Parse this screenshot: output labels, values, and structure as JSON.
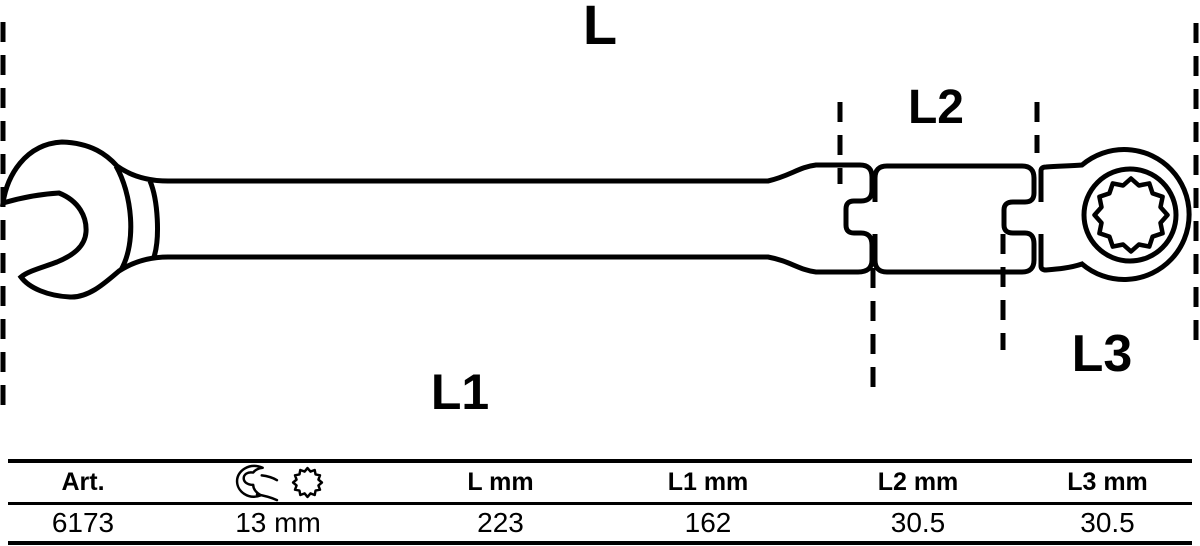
{
  "diagram": {
    "dimension_labels": {
      "l": "L",
      "l1": "L1",
      "l2": "L2",
      "l3": "L3"
    },
    "subject": "double-flex-joint ratchet combination wrench",
    "icons": [
      "open-end-wrench-icon",
      "twelve-point-ring-icon"
    ],
    "colors": {
      "line": "#000000",
      "background": "#ffffff",
      "text": "#000000"
    }
  },
  "table": {
    "headers": {
      "art": "Art.",
      "l": "L mm",
      "l1": "L1 mm",
      "l2": "L2 mm",
      "l3": "L3 mm"
    },
    "values": {
      "art": "6173",
      "size": "13 mm",
      "l": "223",
      "l1": "162",
      "l2": "30.5",
      "l3": "30.5"
    }
  }
}
